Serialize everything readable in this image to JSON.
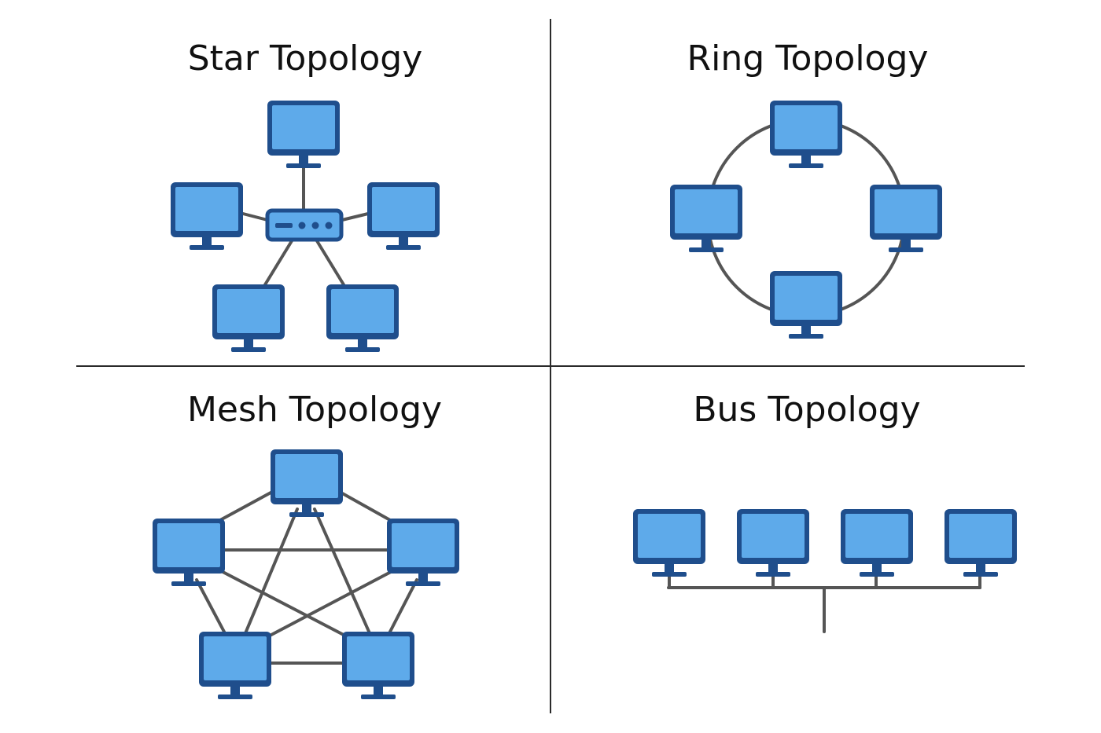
{
  "panels": {
    "star": {
      "title": "Star Topology"
    },
    "ring": {
      "title": "Ring Topology"
    },
    "mesh": {
      "title": "Mesh Topology"
    },
    "bus": {
      "title": "Bus Topology"
    }
  },
  "icons": {
    "computer": "computer-icon",
    "hub": "hub-icon"
  },
  "colors": {
    "device_outline": "#1f4e8c",
    "device_screen": "#5eaaea",
    "connection": "#555555",
    "divider": "#2a2a2a",
    "title": "#111111"
  }
}
